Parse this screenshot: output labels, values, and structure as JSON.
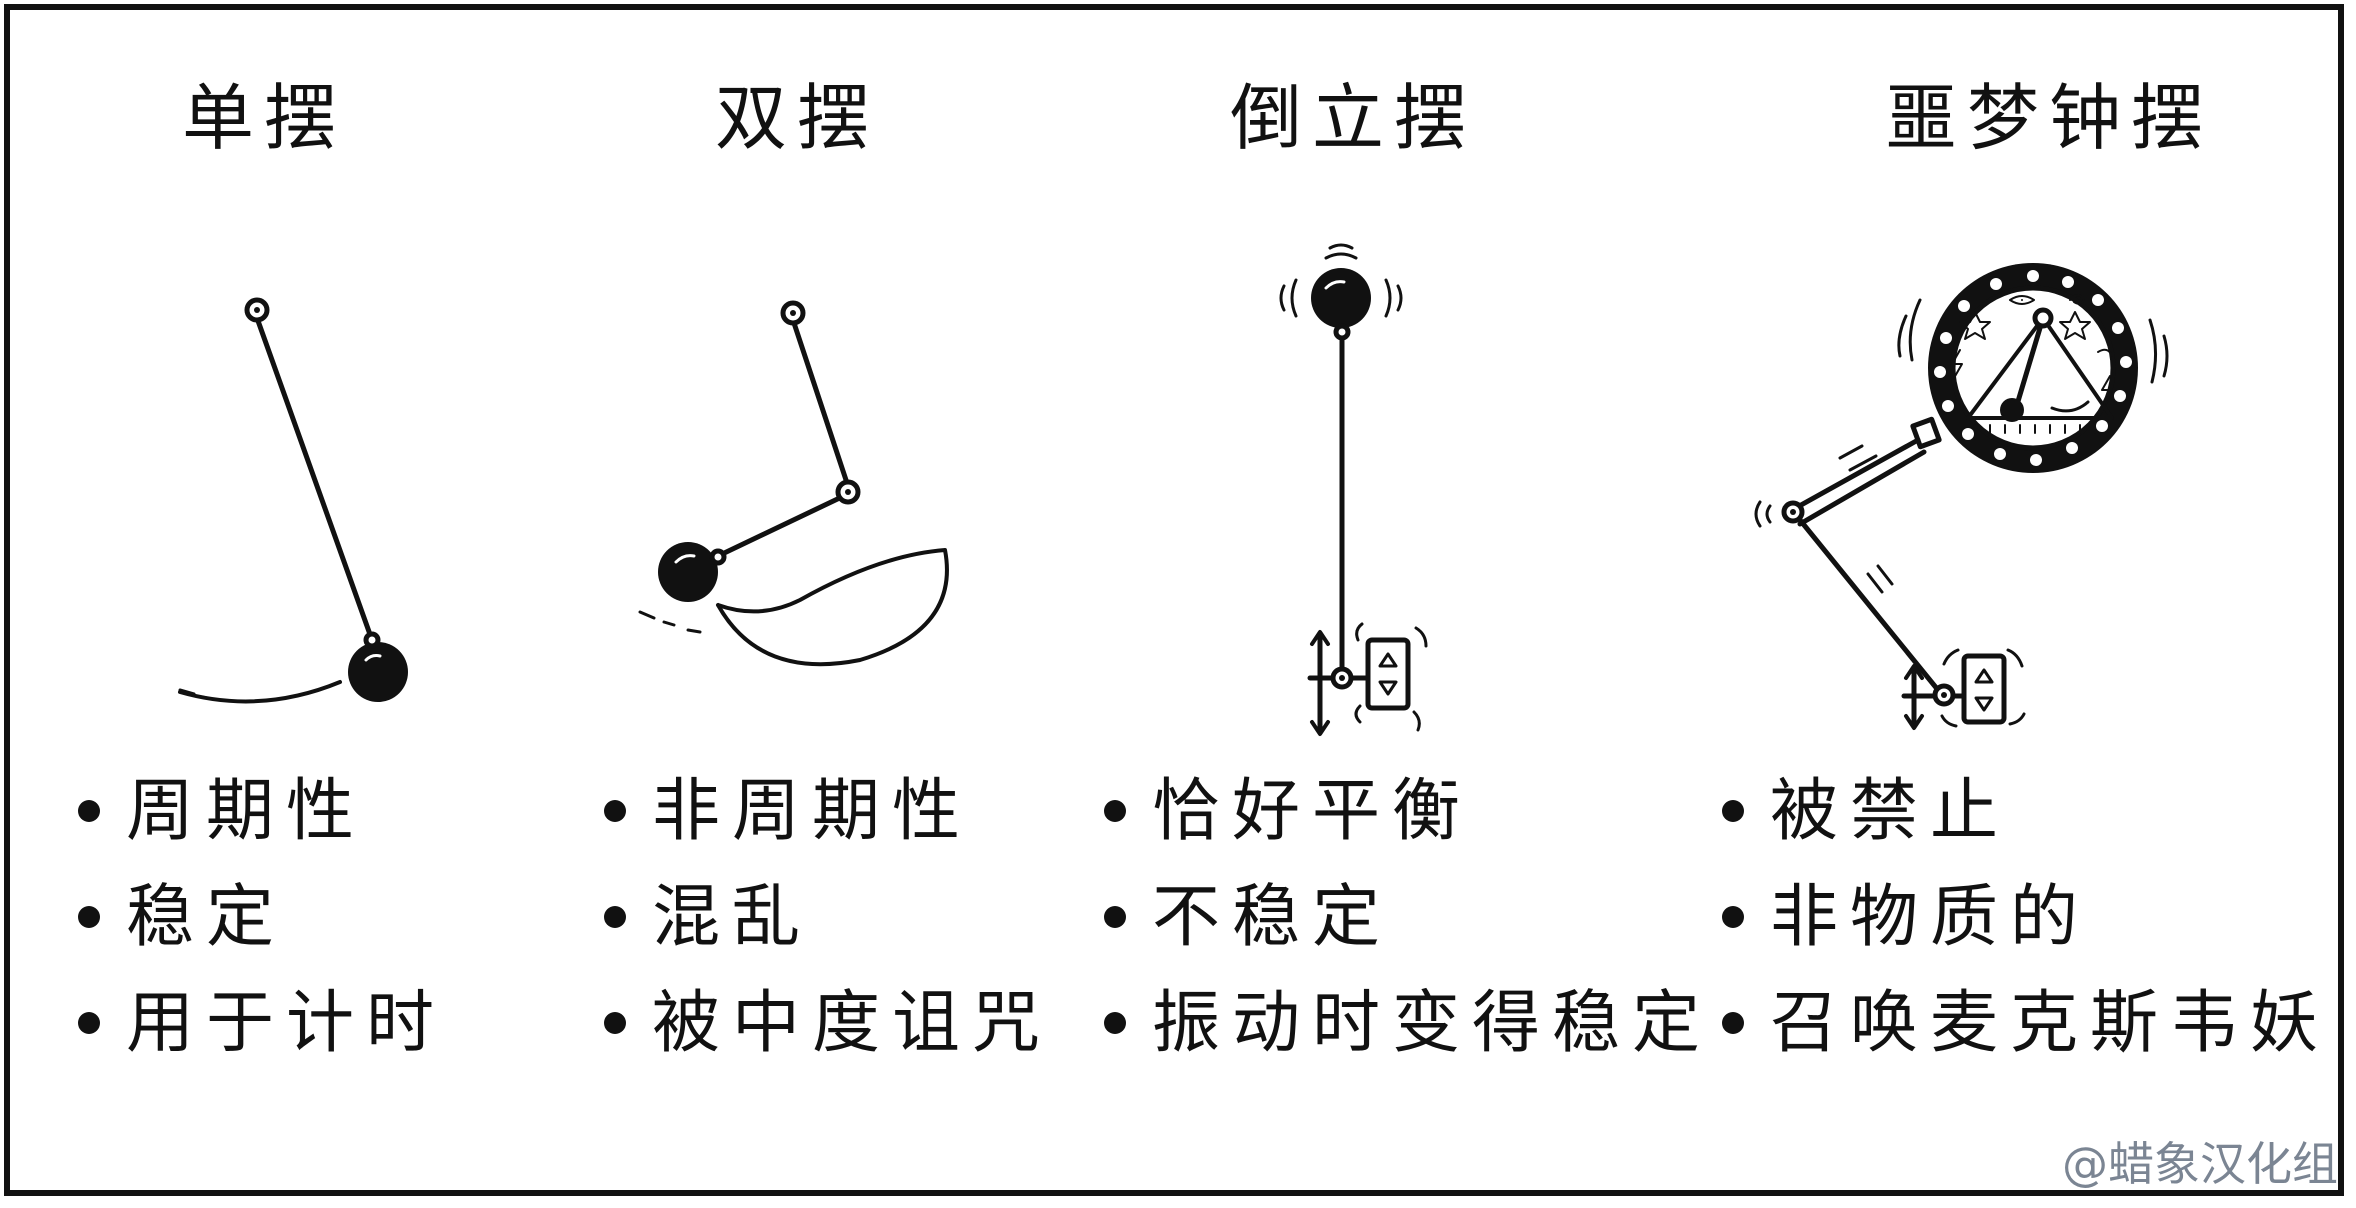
{
  "columns": [
    {
      "title": "单摆",
      "bullets": [
        "周期性",
        "稳定",
        "用于计时"
      ]
    },
    {
      "title": "双摆",
      "bullets": [
        "非周期性",
        "混乱",
        "被中度诅咒"
      ]
    },
    {
      "title": "倒立摆",
      "bullets": [
        "恰好平衡",
        "不稳定",
        "振动时变得稳定"
      ]
    },
    {
      "title": "噩梦钟摆",
      "bullets": [
        "被禁止",
        "非物质的",
        "召唤麦克斯韦妖"
      ]
    }
  ],
  "credit": "@蜡象汉化组",
  "colors": {
    "ink": "#111111",
    "credit": "#7b8593",
    "background": "#ffffff"
  }
}
